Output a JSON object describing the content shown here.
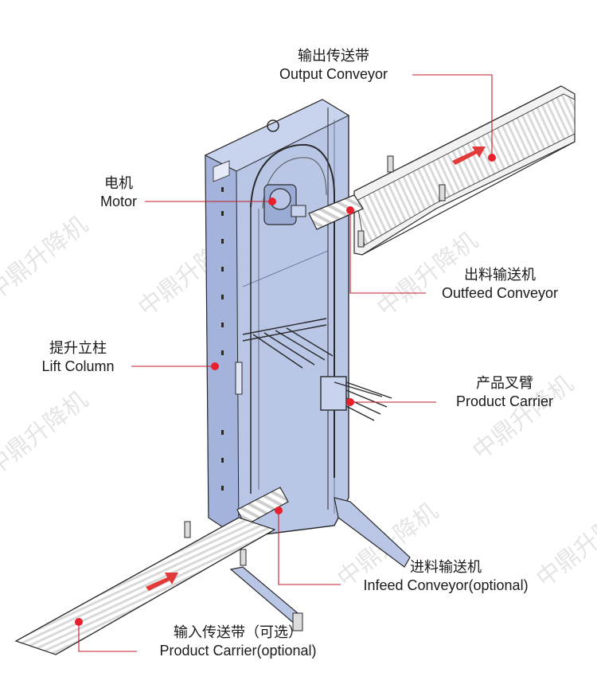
{
  "watermark": "中鼎升降机",
  "colors": {
    "frame": "#b9c6e6",
    "frame_dark": "#9aabd6",
    "outline": "#2a2a2a",
    "leader": "#c0202a",
    "dot": "#e8202e",
    "arrow": "#e23a3a"
  },
  "labels": {
    "output_conveyor": {
      "zh": "输出传送带",
      "en": "Output Conveyor"
    },
    "motor": {
      "zh": "电机",
      "en": "Motor"
    },
    "outfeed_conveyor": {
      "zh": "出料输送机",
      "en": "Outfeed Conveyor"
    },
    "lift_column": {
      "zh": "提升立柱",
      "en": "Lift Column"
    },
    "product_carrier": {
      "zh": "产品叉臂",
      "en": "Product Carrier"
    },
    "infeed_conveyor": {
      "zh": "进料输送机",
      "en": "Infeed Conveyor(optional)"
    },
    "input_conveyor": {
      "zh": "输入传送带（可选）",
      "en": "Product Carrier(optional)"
    }
  }
}
